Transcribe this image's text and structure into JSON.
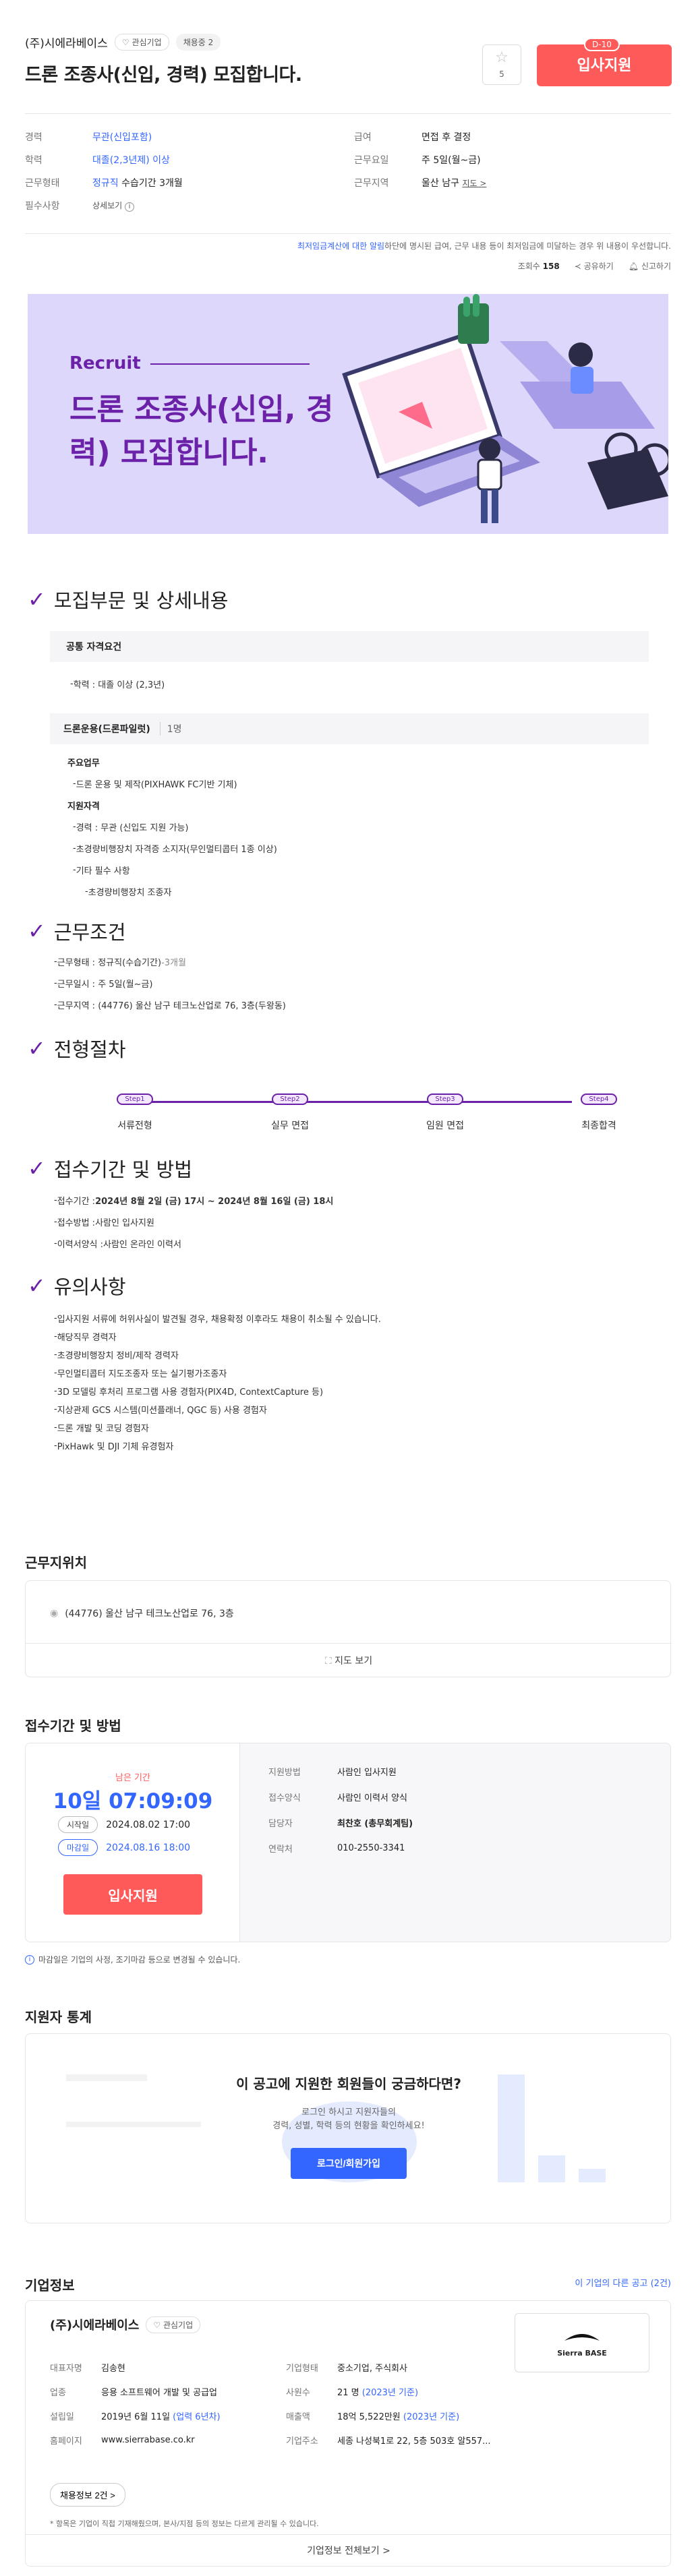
{
  "header": {
    "company": "(주)시에라베이스",
    "interest_tag": "관심기업",
    "open_tag": "채용중 2",
    "title": "드론 조종사(신입, 경력) 모집합니다.",
    "scrap_count": "5",
    "dday": "D-10",
    "apply_label": "입사지원"
  },
  "summary": {
    "left": [
      {
        "k": "경력",
        "v": "무관(신입포함)",
        "link": true
      },
      {
        "k": "학력",
        "v": "대졸(2,3년제) 이상",
        "link": true
      },
      {
        "k": "근무형태",
        "v": "정규직",
        "extra": "수습기간 3개월",
        "link": true
      },
      {
        "k": "필수사항",
        "v": "상세보기",
        "link": false
      }
    ],
    "right": [
      {
        "k": "급여",
        "v": "면접 후 결정"
      },
      {
        "k": "근무요일",
        "v": "주 5일(월~금)"
      },
      {
        "k": "근무지역",
        "v": "울산 남구",
        "extra": "지도 >"
      }
    ]
  },
  "notice": {
    "link": "최저임금계산에 대한 알림",
    "text": "하단에 명시된 급여, 근무 내용 등이 최저임금에 미달하는 경우 위 내용이 우선합니다."
  },
  "meta": {
    "views_label": "조회수",
    "views": "158",
    "share": "공유하기",
    "report": "신고하기"
  },
  "banner": {
    "recruit": "Recruit",
    "title": "드론 조종사(신입, 경력) 모집합니다."
  },
  "sections": {
    "recruit": {
      "title": "모집부문 및 상세내용",
      "common_head": "공통 자격요건",
      "common_items": [
        "학력 : 대졸 이상 (2,3년)"
      ],
      "part_head": "드론운용(드론파일럿)",
      "part_count": "1명",
      "duty_label": "주요업무",
      "duty_items": [
        "드론 운용 및 제작(PIXHAWK FC기반 기체)"
      ],
      "qual_label": "지원자격",
      "qual_items": [
        "경력 : 무관 (신입도 지원 가능)",
        "초경량비행장치 자격증 소지자(무인멀티콥터 1종 이상)",
        "기타 필수 사항"
      ],
      "qual_sub": "초경량비행장치 조종자"
    },
    "condition": {
      "title": "근무조건",
      "items": [
        {
          "text": "근무형태 : 정규직(수습기간)",
          "extra": "-3개월"
        },
        {
          "text": "근무일시 : 주 5일(월~금)",
          "extra": ""
        },
        {
          "text": "근무지역 : (44776) 울산 남구 테크노산업로 76, 3층(두왕동)",
          "extra": ""
        }
      ]
    },
    "process": {
      "title": "전형절차",
      "steps": [
        {
          "pill": "Step1",
          "label": "서류전형"
        },
        {
          "pill": "Step2",
          "label": "실무 면접"
        },
        {
          "pill": "Step3",
          "label": "임원 면접"
        },
        {
          "pill": "Step4",
          "label": "최종합격"
        }
      ]
    },
    "period": {
      "title": "접수기간 및 방법",
      "items": [
        {
          "k": "접수기간 : ",
          "v": "2024년 8월 2일 (금) 17시 ~ 2024년 8월 16일 (금) 18시"
        },
        {
          "k": "접수방법 : ",
          "v": "사람인 입사지원"
        },
        {
          "k": "이력서양식 : ",
          "v": "사람인 온라인 이력서"
        }
      ]
    },
    "caution": {
      "title": "유의사항",
      "items": [
        "입사지원 서류에 허위사실이 발견될 경우, 채용확정 이후라도 채용이 취소될 수 있습니다.",
        "해당직무 경력자",
        "초경량비행장치 정비/제작 경력자",
        "무인멀티콥터 지도조종자 또는 실기평가조종자",
        "3D 모델링 후처리 프로그램 사용 경험자(PIX4D, ContextCapture 등)",
        "지상관제 GCS 시스템(미션플래너, QGC 등) 사용 경험자",
        "드론 개발 및 코딩 경험자",
        "PixHawk 및 DJI 기체 유경험자"
      ]
    }
  },
  "location": {
    "title": "근무지위치",
    "address": "(44776) 울산 남구 테크노산업로 76, 3층",
    "map_btn": "지도 보기"
  },
  "period_card": {
    "title": "접수기간 및 방법",
    "remain_label": "남은 기간",
    "remain": "10일 07:09:09",
    "start_label": "시작일",
    "start": "2024.08.02 17:00",
    "end_label": "마감일",
    "end": "2024.08.16 18:00",
    "apply_label": "입사지원",
    "rows": [
      {
        "k": "지원방법",
        "v": "사람인 입사지원"
      },
      {
        "k": "접수양식",
        "v": "사람인 이력서 양식"
      },
      {
        "k": "담당자",
        "v": "최찬호 (총무회계팀)"
      },
      {
        "k": "연락처",
        "v": "010-2550-3341"
      }
    ],
    "note": "마감일은 기업의 사정, 조기마감 등으로 변경될 수 있습니다."
  },
  "stats": {
    "title": "지원자 통계",
    "question": "이 공고에 지원한 회원들이 궁금하다면?",
    "sub1": "로그인 하시고 지원자들의",
    "sub2": "경력, 성별, 학력 등의 현황을 확인하세요!",
    "login_btn": "로그인/회원가입"
  },
  "company": {
    "title": "기업정보",
    "other_link": "이 기업의 다른 공고 (2건)",
    "name": "(주)시에라베이스",
    "interest_tag": "관심기업",
    "logo_text": "Sierra BASE",
    "left": [
      {
        "k": "대표자명",
        "v": "김송현",
        "g": ""
      },
      {
        "k": "업종",
        "v": "응용 소프트웨어 개발 및 공급업",
        "g": ""
      },
      {
        "k": "설립일",
        "v": "2019년 6월 11일",
        "g": " (업력 6년차)"
      },
      {
        "k": "홈페이지",
        "v": "www.sierrabase.co.kr",
        "g": ""
      }
    ],
    "right": [
      {
        "k": "기업형태",
        "v": "중소기업, 주식회사",
        "g": ""
      },
      {
        "k": "사원수",
        "v": "21 명",
        "g": " (2023년 기준)"
      },
      {
        "k": "매출액",
        "v": "18억 5,522만원",
        "g": " (2023년 기준)"
      },
      {
        "k": "기업주소",
        "v": "세종 나성북1로 22, 5층 503호 알557...",
        "g": ""
      }
    ],
    "jobinfo_btn": "채용정보 2건 >",
    "note": "* 항목은 기업이 직접 기재해줬으며, 본사/지점 등의 정보는 다르게 관리될 수 있습니다.",
    "more": "기업정보 전체보기 >"
  }
}
